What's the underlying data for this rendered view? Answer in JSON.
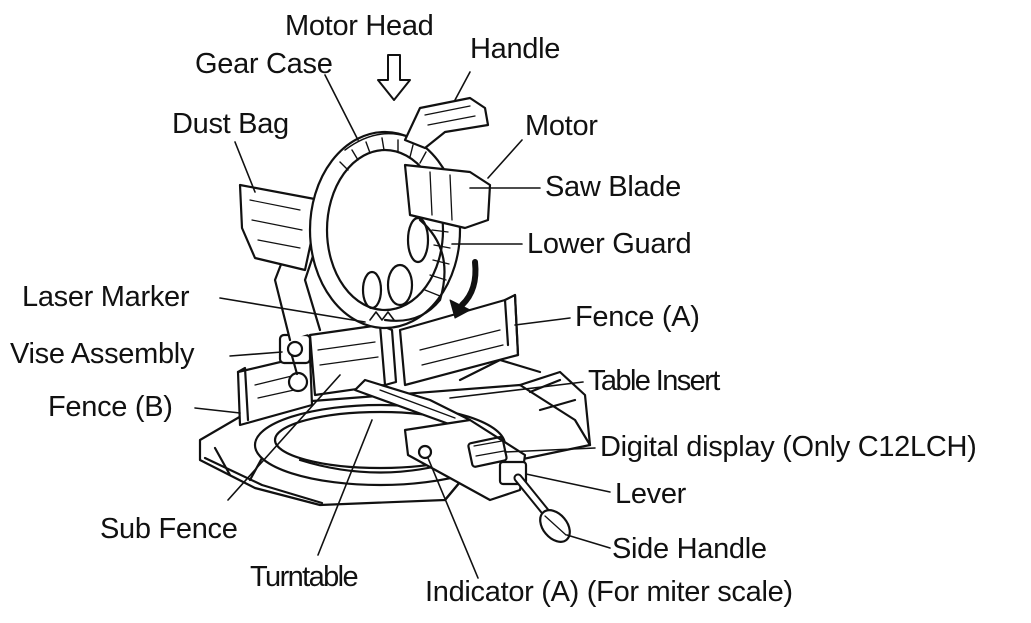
{
  "diagram": {
    "labels": {
      "motor_head": "Motor Head",
      "gear_case": "Gear Case",
      "handle": "Handle",
      "dust_bag": "Dust Bag",
      "motor": "Motor",
      "saw_blade": "Saw Blade",
      "lower_guard": "Lower Guard",
      "laser_marker": "Laser Marker",
      "fence_a": "Fence (A)",
      "vise_assembly": "Vise Assembly",
      "table_insert": "Table Insert",
      "fence_b": "Fence (B)",
      "digital_display": "Digital display (Only C12LCH)",
      "lever": "Lever",
      "sub_fence": "Sub Fence",
      "side_handle": "Side Handle",
      "turntable": "Turntable",
      "indicator_a": "Indicator (A) (For miter scale)"
    },
    "colors": {
      "ink": "#111111",
      "background": "#ffffff"
    }
  }
}
